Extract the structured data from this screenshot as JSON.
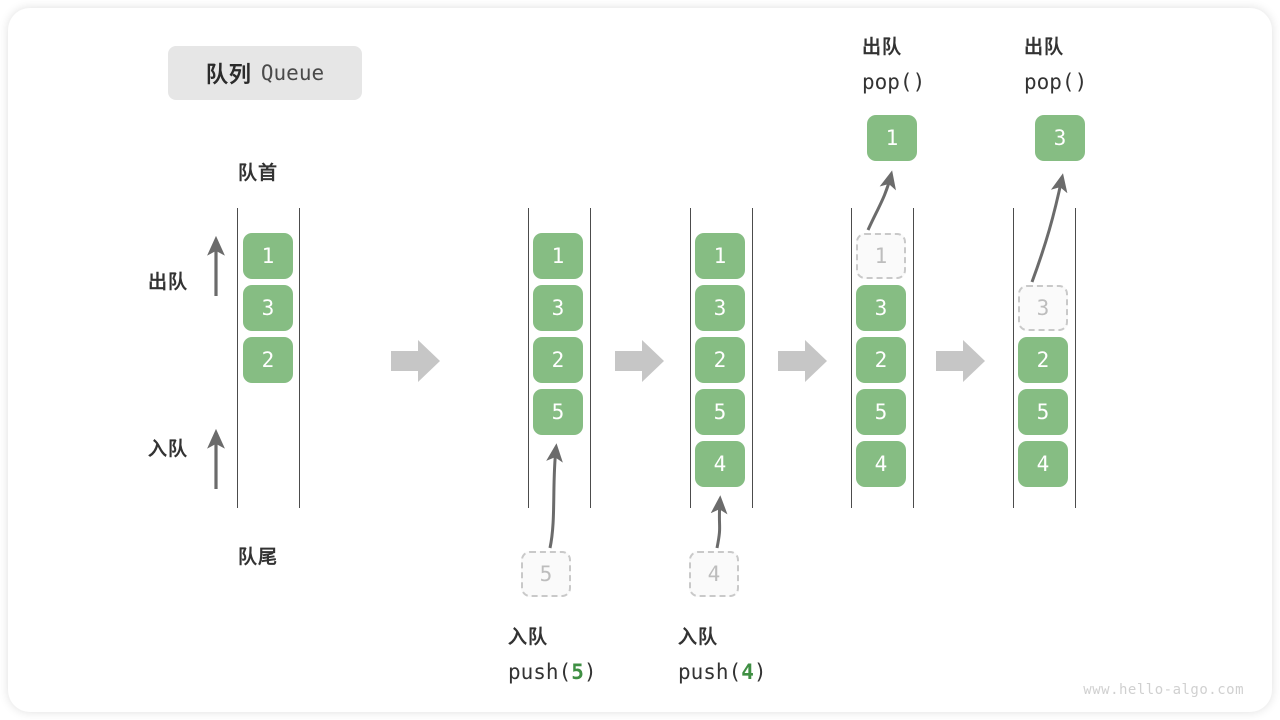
{
  "title": {
    "cn": "队列",
    "en": "Queue"
  },
  "labels": {
    "front": "队首",
    "back": "队尾",
    "dequeue": "出队",
    "enqueue": "入队"
  },
  "watermark": "www.hello-algo.com",
  "colors": {
    "box_fill": "#86bd83",
    "box_text": "#ffffff",
    "ghost_fill": "#fafafa",
    "ghost_border": "#c9c9c9",
    "ghost_text": "#bdbdbd",
    "rail": "#4c4c4c",
    "arrow_gray": "#c6c6c6",
    "arrow_dark": "#6b6b6b",
    "accent_green": "#3f8f43",
    "chip_bg": "#e6e6e6",
    "text": "#333333"
  },
  "columns": [
    {
      "id": "initial",
      "boxes": [
        "1",
        "3",
        "2"
      ],
      "ghost": null,
      "top_label": null,
      "bottom_label": null,
      "popped": null
    },
    {
      "id": "after-push-5",
      "boxes": [
        "1",
        "3",
        "2",
        "5"
      ],
      "ghost": {
        "value": "5",
        "position": "below"
      },
      "top_label": null,
      "bottom_label": {
        "cn": "入队",
        "code_prefix": "push(",
        "code_num": "5",
        "code_suffix": ")"
      },
      "popped": null
    },
    {
      "id": "after-push-4",
      "boxes": [
        "1",
        "3",
        "2",
        "5",
        "4"
      ],
      "ghost": {
        "value": "4",
        "position": "below"
      },
      "top_label": null,
      "bottom_label": {
        "cn": "入队",
        "code_prefix": "push(",
        "code_num": "4",
        "code_suffix": ")"
      },
      "popped": null
    },
    {
      "id": "after-pop-1",
      "boxes": [
        "3",
        "2",
        "5",
        "4"
      ],
      "ghost": {
        "value": "1",
        "position": "top-in-rail"
      },
      "top_label": {
        "cn": "出队",
        "code": "pop()"
      },
      "bottom_label": null,
      "popped": "1"
    },
    {
      "id": "after-pop-3",
      "boxes": [
        "2",
        "5",
        "4"
      ],
      "ghost": {
        "value": "3",
        "position": "top-in-rail"
      },
      "top_label": {
        "cn": "出队",
        "code": "pop()"
      },
      "bottom_label": null,
      "popped": "3"
    }
  ],
  "flow_arrows": 4
}
